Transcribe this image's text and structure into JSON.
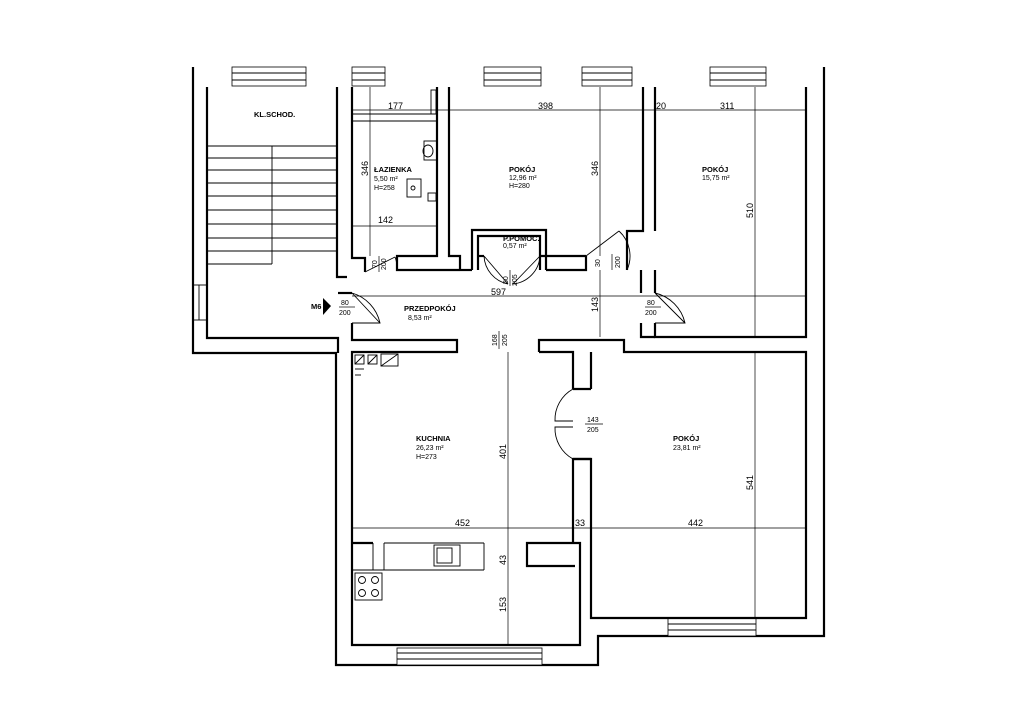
{
  "rooms": {
    "stairs": {
      "name": "KL.SCHOD."
    },
    "bathroom": {
      "name": "ŁAZIENKA",
      "area": "5,50 m²",
      "height": "H=258"
    },
    "room1": {
      "name": "POKÓJ",
      "area": "12,96 m²",
      "height": "H=280"
    },
    "room2": {
      "name": "POKÓJ",
      "area": "15,75 m²"
    },
    "storage": {
      "name": "P.POMOC.",
      "area": "0,57 m²"
    },
    "hall": {
      "name": "PRZEDPOKÓJ",
      "area": "8,53 m²"
    },
    "kitchen": {
      "name": "KUCHNIA",
      "area": "26,23 m²",
      "height": "H=273"
    },
    "room3": {
      "name": "POKÓJ",
      "area": "23,81 m²"
    }
  },
  "entrance": {
    "label": "M6"
  },
  "dimensions": {
    "bath_w": "177",
    "room1_w": "398",
    "room2_gap": "20",
    "room2_w": "311",
    "bath_h": "346",
    "room1_h": "346",
    "room2_h": "510",
    "bath_inner_w": "142",
    "hall_w": "597",
    "hall_h": "143",
    "kitchen_w": "452",
    "wall_33": "33",
    "room3_w": "442",
    "kitchen_h": "401",
    "kitchen_43": "43",
    "kitchen_153": "153",
    "room3_h": "541"
  },
  "doors": {
    "bath_door": {
      "w": "70",
      "h": "200"
    },
    "storage_door": {
      "w": "50",
      "h": "205"
    },
    "room1_door": {
      "w": "30",
      "h": "200"
    },
    "entry_door": {
      "w": "80",
      "h": "200"
    },
    "room2_door": {
      "w": "80",
      "h": "200"
    },
    "kitchen_open": {
      "w": "168",
      "h": "205"
    },
    "room3_door": {
      "w": "143",
      "h": "205"
    }
  }
}
